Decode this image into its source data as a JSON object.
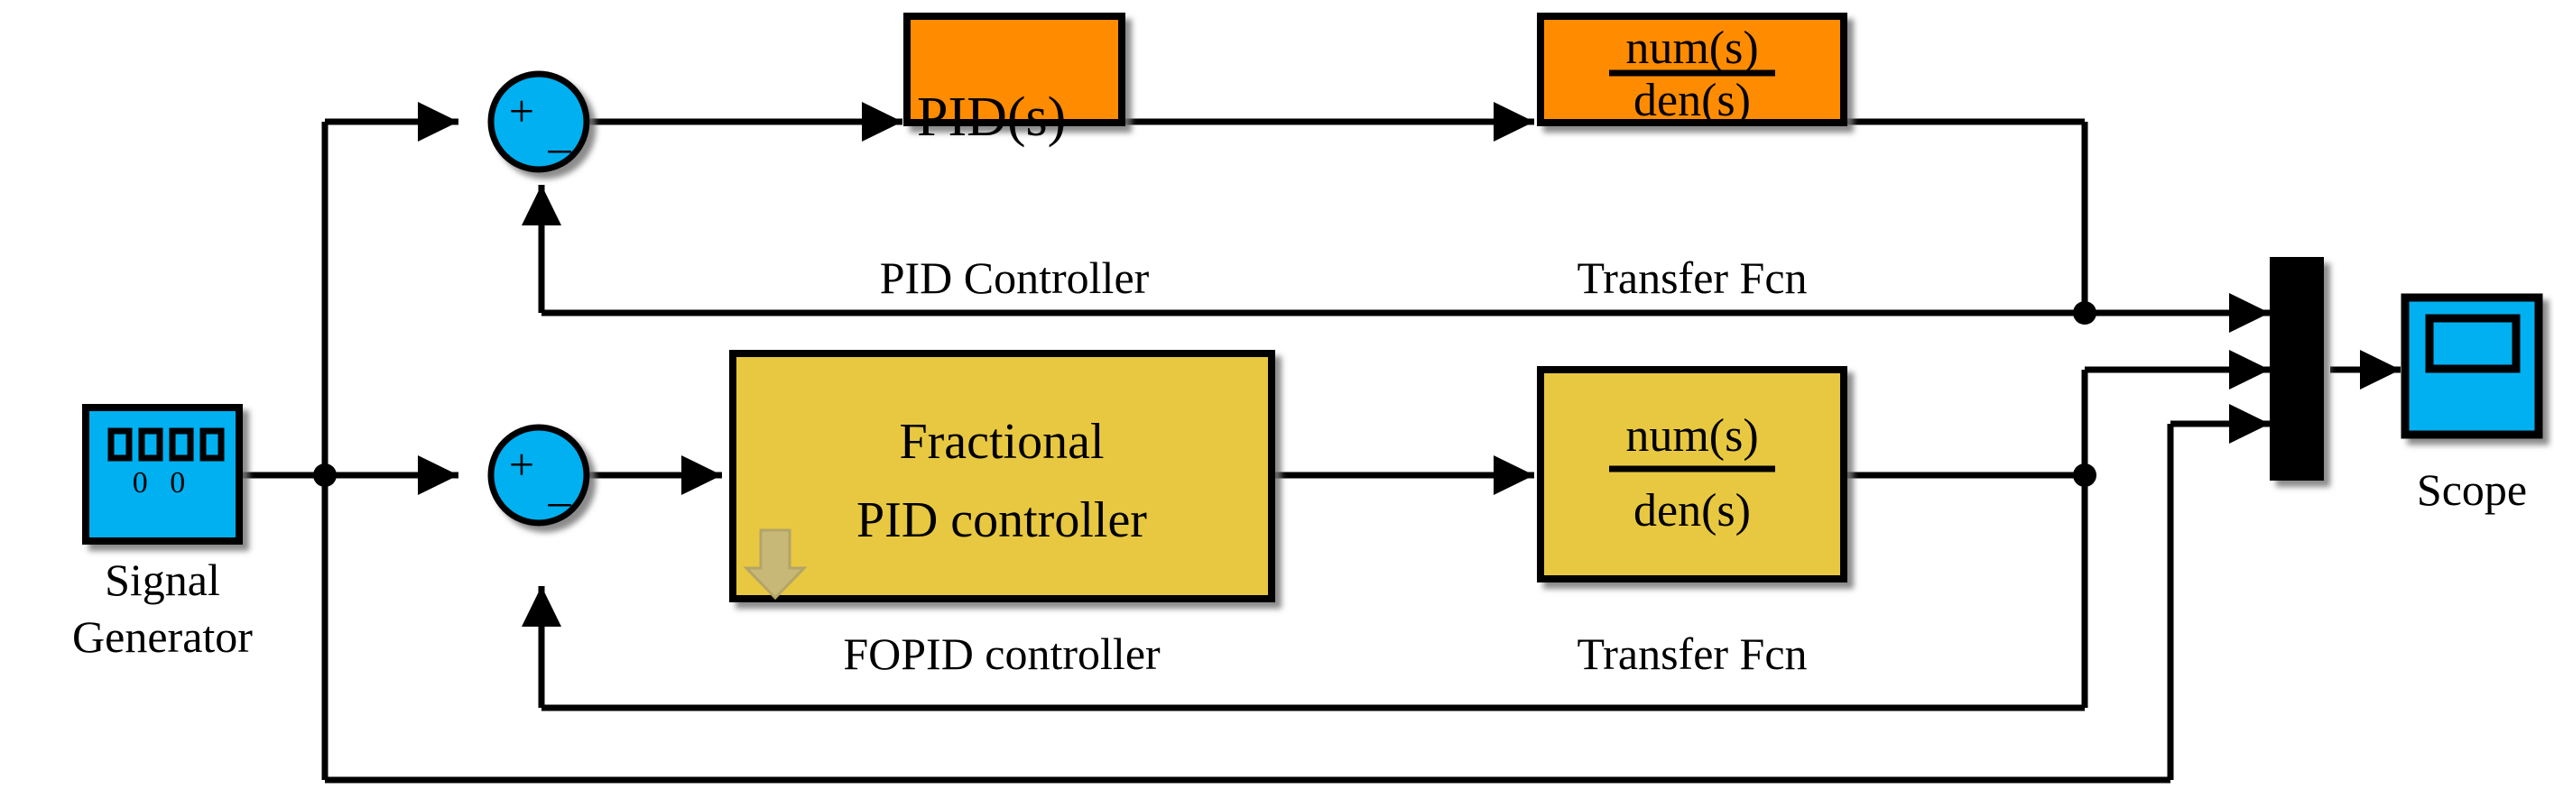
{
  "diagram": {
    "title": "Simulink block diagram: PID vs Fractional-order PID control comparison",
    "background": "#ffffff",
    "wire_color": "#000000",
    "colors": {
      "cyan_block": "#00B0F0",
      "orange_block": "#FF8C00",
      "yellow_block": "#E8C840",
      "mux_black": "#000000",
      "border": "#000000",
      "shadow": "#9a9a9a",
      "mask_arrow": "#C8B878"
    }
  },
  "blocks": {
    "signal_generator": {
      "body_text": "",
      "digits": "0 0",
      "label": "Signal",
      "label2": "Generator",
      "color": "#00B0F0"
    },
    "sum_top": {
      "plus": "+",
      "minus": "–",
      "color": "#00B0F0"
    },
    "sum_bottom": {
      "plus": "+",
      "minus": "–",
      "color": "#00B0F0"
    },
    "pid_controller": {
      "body": "PID(s)",
      "label": "PID Controller",
      "color": "#FF8C00"
    },
    "transfer_fcn_top": {
      "numerator": "num(s)",
      "denominator": "den(s)",
      "label": "Transfer Fcn",
      "color": "#FF8C00"
    },
    "fopid_controller": {
      "body_line1": "Fractional",
      "body_line2": "PID controller",
      "label": "FOPID controller",
      "color": "#E8C840",
      "mask_indicator": "down-arrow"
    },
    "transfer_fcn_bottom": {
      "numerator": "num(s)",
      "denominator": "den(s)",
      "label": "Transfer Fcn",
      "color": "#E8C840"
    },
    "mux": {
      "label": "",
      "inputs": 3,
      "outputs": 1,
      "color": "#000000"
    },
    "scope": {
      "label": "Scope",
      "color": "#00B0F0"
    }
  },
  "signals": {
    "branch_point_source": "signal generator output split",
    "feedback_top": "Transfer Fcn output to top sum minus input",
    "feedback_bottom": "Transfer Fcn output to bottom sum minus input",
    "reference_to_mux": "signal generator to mux input 3"
  }
}
